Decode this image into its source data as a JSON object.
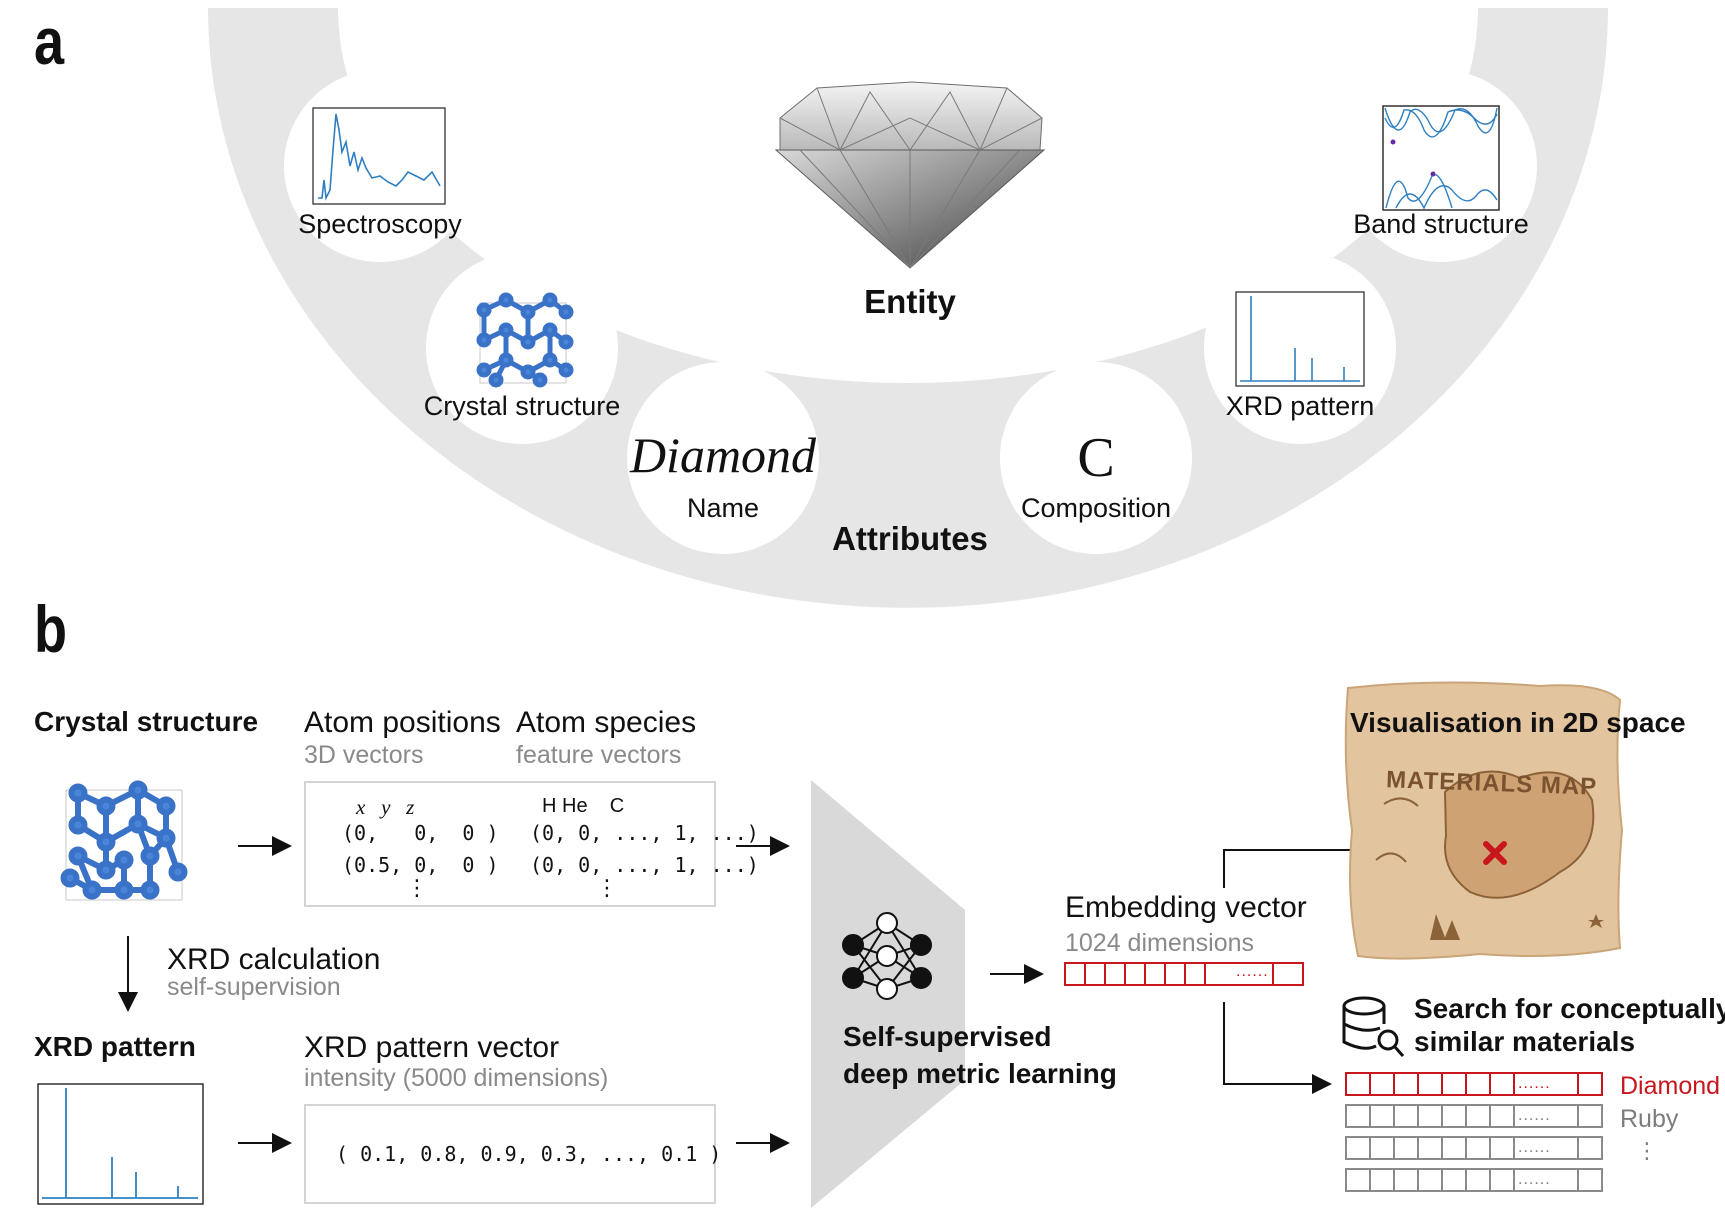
{
  "panel_a": {
    "letter": "a",
    "entity_label": "Entity",
    "attributes_label": "Attributes",
    "attributes": {
      "spectroscopy": "Spectroscopy",
      "crystal_structure": "Crystal structure",
      "name_value": "Diamond",
      "name_label": "Name",
      "composition_value": "C",
      "composition_label": "Composition",
      "xrd_pattern": "XRD pattern",
      "band_structure": "Band structure"
    }
  },
  "panel_b": {
    "letter": "b",
    "crystal_structure_title": "Crystal structure",
    "atom_positions": {
      "title": "Atom positions",
      "subtitle": "3D vectors",
      "header": "x   y   z",
      "row1": "(0,   0,  0 )",
      "row2": "(0.5, 0,  0 )"
    },
    "atom_species": {
      "title": "Atom species",
      "subtitle": "feature vectors",
      "header": "H He    C",
      "row1": "(0, 0, ..., 1, ...)",
      "row2": "(0, 0, ..., 1, ...)"
    },
    "xrd_calculation": {
      "title": "XRD calculation",
      "subtitle": "self-supervision"
    },
    "xrd_pattern_title": "XRD pattern",
    "xrd_vector": {
      "title": "XRD pattern vector",
      "subtitle": "intensity (5000 dimensions)",
      "value": "( 0.1, 0.8, 0.9, 0.3, ..., 0.1 )"
    },
    "learning": {
      "line1": "Self-supervised",
      "line2": "deep metric learning"
    },
    "embedding": {
      "title": "Embedding vector",
      "subtitle": "1024 dimensions",
      "dots": "......"
    },
    "visualisation_title": "Visualisation in 2D space",
    "map_title": "MATERIALS MAP",
    "search": {
      "line1": "Search for conceptually",
      "line2": "similar materials"
    },
    "results": [
      "Diamond",
      "Ruby",
      "⋮"
    ],
    "vertical_dots": "⋮"
  },
  "colors": {
    "accent_red": "#c8161d",
    "plot_blue": "#2f7fc1",
    "crystal_blue": "#3a72c8",
    "ring_grey": "#e6e6e6",
    "funnel_grey": "#d9d9d9"
  },
  "icons": [
    "diamond-gem-icon",
    "crystal-lattice-icon",
    "neural-network-icon",
    "database-search-icon",
    "treasure-map-icon"
  ]
}
